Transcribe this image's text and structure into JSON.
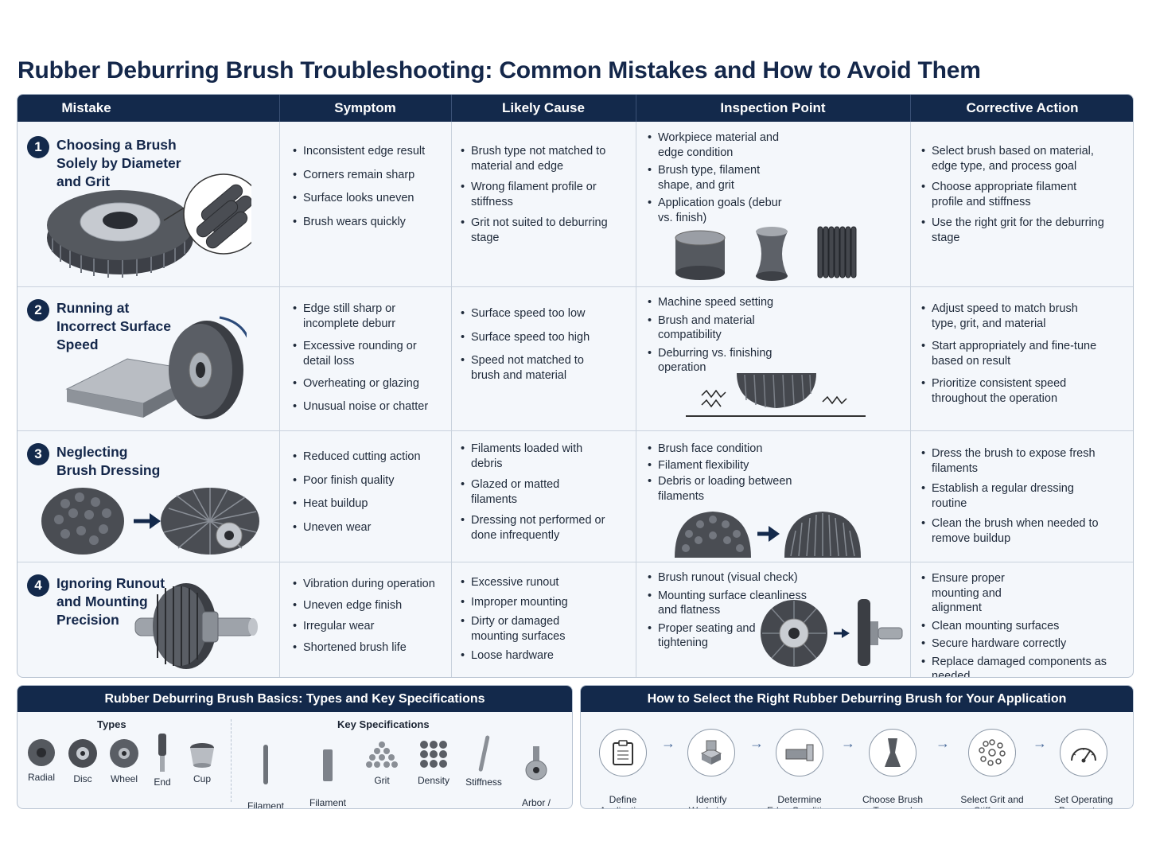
{
  "title": "Rubber Deburring Brush Troubleshooting: Common Mistakes and How to Avoid Them",
  "headers": [
    "Mistake",
    "Symptom",
    "Likely Cause",
    "Inspection Point",
    "Corrective Action"
  ],
  "rows": [
    {
      "num": "1",
      "mistake": "Choosing a Brush\nSolely by Diameter\nand Grit",
      "symptoms": [
        "Inconsistent edge result",
        "Corners remain sharp",
        "Surface looks uneven",
        "Brush wears quickly"
      ],
      "causes": [
        "Brush type not matched to material and edge",
        "Wrong filament profile or stiffness",
        "Grit not suited to deburring stage"
      ],
      "inspection": [
        "Workpiece material and edge condition",
        "Brush type, filament shape, and grit",
        "Application goals (debur vs. finish)"
      ],
      "actions": [
        "Select brush based on material, edge type, and process goal",
        "Choose appropriate filament profile and stiffness",
        "Use the right grit for the deburring stage"
      ]
    },
    {
      "num": "2",
      "mistake": "Running at\nIncorrect Surface\nSpeed",
      "symptoms": [
        "Edge still sharp or incomplete deburr",
        "Excessive rounding or detail loss",
        "Overheating or glazing",
        "Unusual noise or chatter"
      ],
      "causes": [
        "Surface speed too low",
        "Surface speed too high",
        "Speed not matched to brush and material"
      ],
      "inspection": [
        "Machine speed setting",
        "Brush and material compatibility",
        "Deburring vs. finishing operation"
      ],
      "actions": [
        "Adjust speed to match brush type, grit, and material",
        "Start appropriately and fine-tune based on result",
        "Prioritize consistent speed throughout the operation"
      ]
    },
    {
      "num": "3",
      "mistake": "Neglecting\nBrush Dressing",
      "symptoms": [
        "Reduced cutting action",
        "Poor finish quality",
        "Heat buildup",
        "Uneven wear"
      ],
      "causes": [
        "Filaments loaded with debris",
        "Glazed or matted filaments",
        "Dressing not performed or done infrequently"
      ],
      "inspection": [
        "Brush face condition",
        "Filament flexibility",
        "Debris or loading between filaments"
      ],
      "actions": [
        "Dress the brush to expose fresh filaments",
        "Establish a regular dressing routine",
        "Clean the brush when needed to remove buildup"
      ]
    },
    {
      "num": "4",
      "mistake": "Ignoring Runout\nand Mounting\nPrecision",
      "symptoms": [
        "Vibration during operation",
        "Uneven edge finish",
        "Irregular wear",
        "Shortened brush life"
      ],
      "causes": [
        "Excessive runout",
        "Improper mounting",
        "Dirty or damaged mounting surfaces",
        "Loose hardware"
      ],
      "inspection": [
        "Brush runout (visual check)",
        "Mounting surface cleanliness and flatness",
        "Proper seating and tightening"
      ],
      "actions": [
        "Ensure proper mounting and alignment",
        "Clean mounting surfaces",
        "Secure hardware correctly",
        "Replace damaged components as needed"
      ]
    }
  ],
  "basics": {
    "title": "Rubber Deburring Brush Basics: Types and Key Specifications",
    "types_label": "Types",
    "specs_label": "Key Specifications",
    "types": [
      "Radial",
      "Disc",
      "Wheel",
      "End",
      "Cup"
    ],
    "specs": [
      "Filament\nMaterial",
      "Filament\nShape",
      "Grit",
      "Density",
      "Stiffness",
      "Arbor /\nMount"
    ]
  },
  "selection": {
    "title": "How to Select the Right Rubber Deburring Brush for Your Application",
    "steps": [
      "Define\nApplication",
      "Identify\nWorkpiece\nMaterial",
      "Determine\nEdge Condition",
      "Choose Brush\nType and\nFilament",
      "Select Grit and\nStiffness",
      "Set Operating\nParameters"
    ]
  },
  "colors": {
    "navy": "#13294b",
    "accent": "#2b4a7a",
    "row_bg": "#f4f7fb"
  }
}
